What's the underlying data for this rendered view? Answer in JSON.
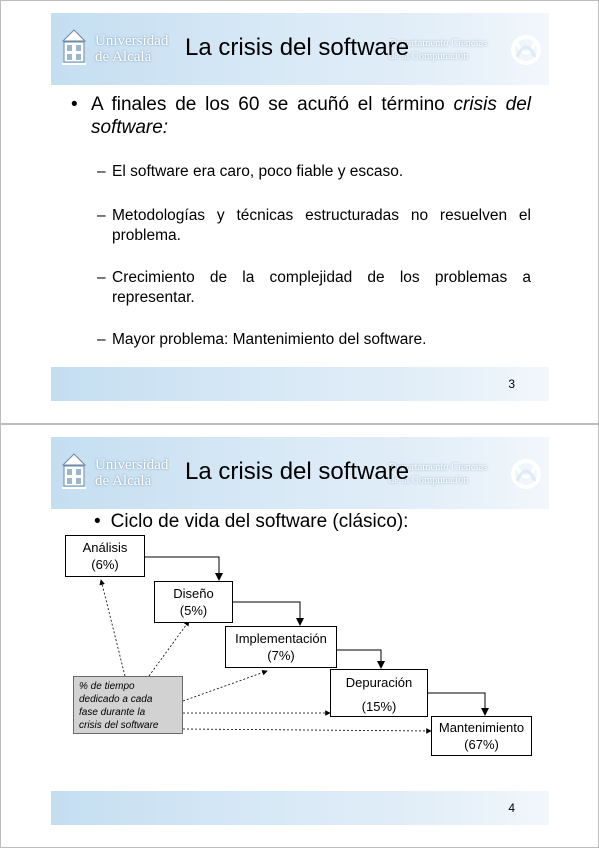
{
  "header": {
    "university": [
      "Universidad",
      "de Alcalá"
    ],
    "department": [
      "Departamento Ciencias",
      "de la Computación"
    ],
    "icons": {
      "crest": "university-crest-icon",
      "knot": "department-knot-icon"
    }
  },
  "slides": [
    {
      "title": "La crisis del software",
      "page_number": "3",
      "main_bullet": {
        "marker": "•",
        "text_before": "A finales de los 60 se acuñó el término ",
        "text_italic": "crisis del software:"
      },
      "sub_marker": "–",
      "sub_bullets": [
        "El software era caro, poco fiable y escaso.",
        "Metodologías y técnicas estructuradas no resuelven el problema.",
        "Crecimiento de la complejidad de los problemas a representar.",
        "Mayor problema: Mantenimiento del software."
      ]
    },
    {
      "title": "La crisis del software",
      "page_number": "4",
      "main_bullet": {
        "marker": "•",
        "text": "Ciclo de vida del software (clásico):"
      },
      "phases": [
        {
          "name": "Análisis",
          "percent": "(6%)"
        },
        {
          "name": "Diseño",
          "percent": "(5%)"
        },
        {
          "name": "Implementación",
          "percent": "(7%)"
        },
        {
          "name": "Depuración",
          "percent": "(15%)"
        },
        {
          "name": "Mantenimiento",
          "percent": "(67%)"
        }
      ],
      "note_lines": [
        "% de tiempo",
        "dedicado a cada",
        "fase durante la",
        "crisis del software"
      ]
    }
  ],
  "colors": {
    "band_start": "#c4def1",
    "band_end": "#f2f7fc",
    "note_fill": "#d2d2d2"
  }
}
